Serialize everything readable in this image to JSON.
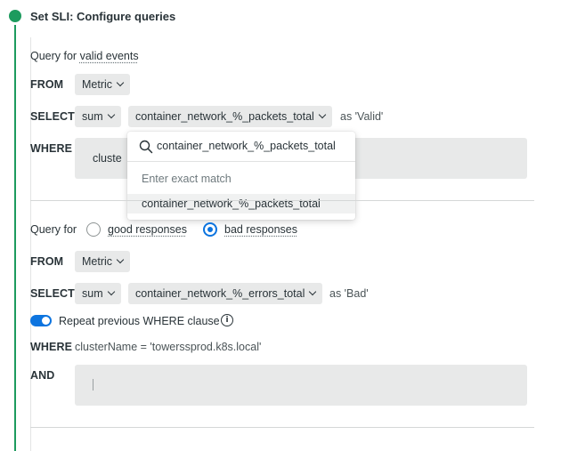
{
  "step": {
    "title": "Set SLI: Configure queries"
  },
  "valid_query": {
    "heading_prefix": "Query for",
    "heading_link": "valid events",
    "from_label": "FROM",
    "from_value": "Metric",
    "select_label": "SELECT",
    "aggregate": "sum",
    "metric": "container_network_%_packets_total",
    "alias": "as 'Valid'",
    "where_label": "WHERE",
    "where_value": "cluste"
  },
  "metric_dropdown": {
    "search_value": "container_network_%_packets_total",
    "hint": "Enter exact match",
    "options": [
      "container_network_%_packets_total"
    ]
  },
  "bad_query": {
    "heading_prefix": "Query for",
    "radio_good": "good responses",
    "radio_bad": "bad responses",
    "selected": "bad responses",
    "from_label": "FROM",
    "from_value": "Metric",
    "select_label": "SELECT",
    "aggregate": "sum",
    "metric": "container_network_%_errors_total",
    "alias": "as 'Bad'",
    "repeat_toggle_label": "Repeat previous WHERE clause",
    "repeat_toggle_on": true,
    "where_label": "WHERE",
    "where_value": "clusterName = 'towerssprod.k8s.local'",
    "and_label": "AND",
    "and_value": ""
  },
  "colors": {
    "step_green": "#1d9b5e",
    "accent_blue": "#0c74df",
    "field_bg": "#e8e9e9"
  }
}
